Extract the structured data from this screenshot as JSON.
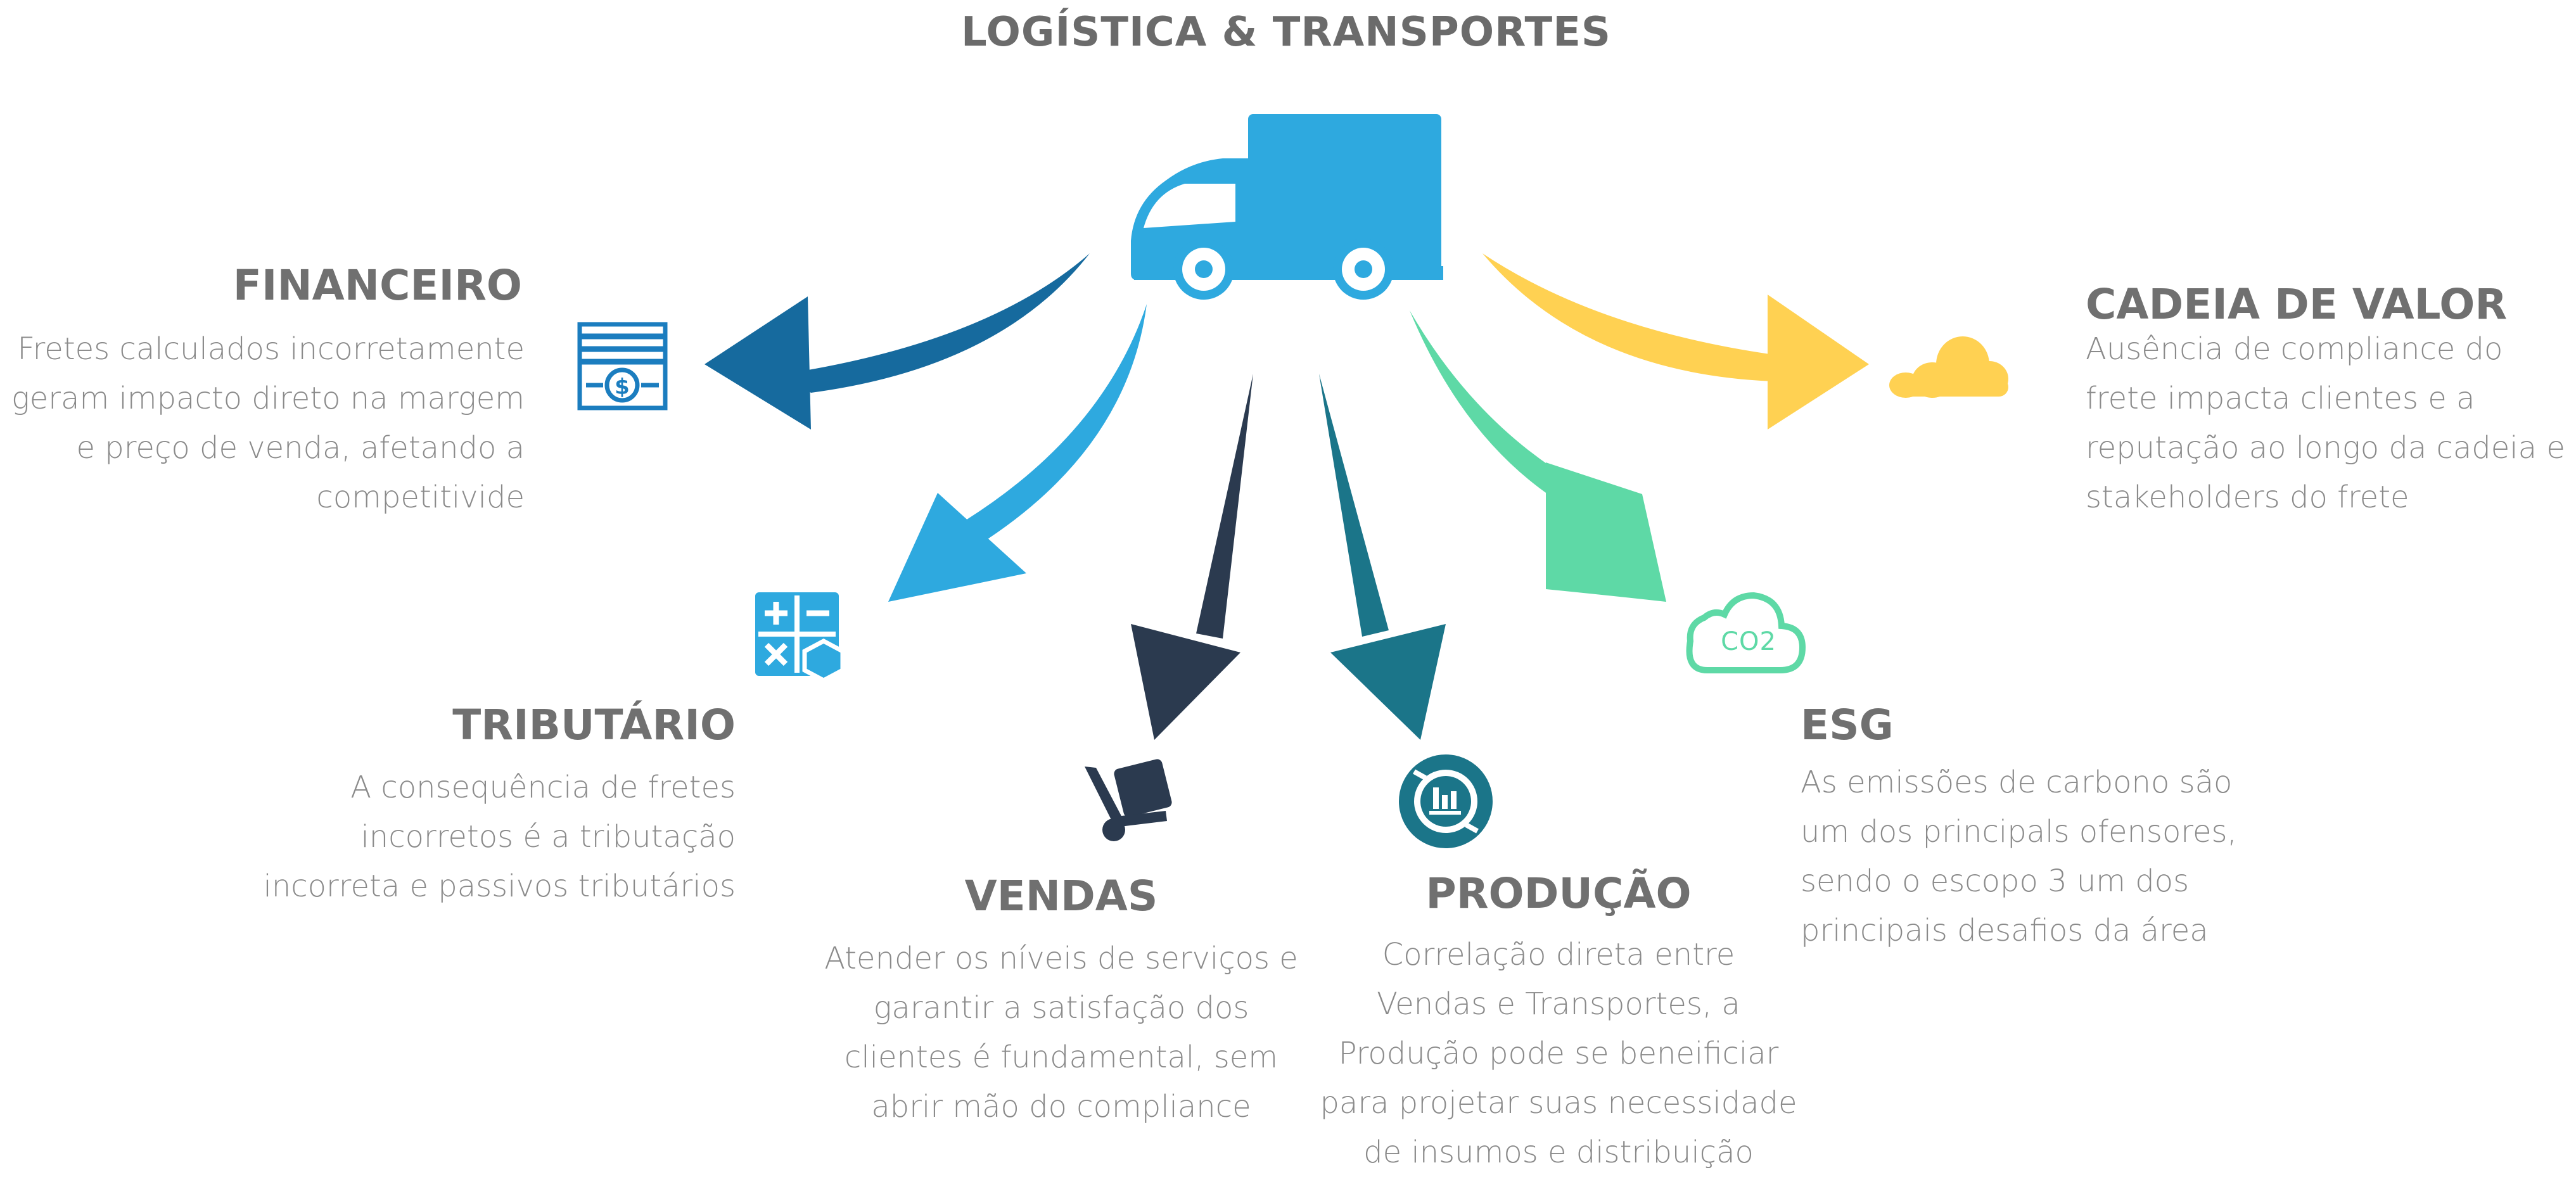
{
  "title": "LOGÍSTICA & TRANSPORTES",
  "colors": {
    "truck": "#2EA9DF",
    "financeiro": "#166A9E",
    "tributario": "#2EA9DF",
    "vendas": "#2B3A4F",
    "producao": "#1B7589",
    "esg": "#5ED9A6",
    "cadeia": "#FFD152",
    "heading": "#707070",
    "body": "#8a8a8a"
  },
  "icons": {
    "truck": "truck-icon",
    "financeiro": "money-stack-icon",
    "tributario": "calculator-icon",
    "vendas": "hand-truck-icon",
    "producao": "production-cycle-icon",
    "esg": "co2-cloud-icon",
    "cadeia": "cloud-icon"
  },
  "sections": {
    "financeiro": {
      "title": "FINANCEIRO",
      "lines": [
        "Fretes calculados incorretamente",
        "geram impacto direto na margem",
        "e preço de venda, afetando a",
        "competitivide"
      ]
    },
    "tributario": {
      "title": "TRIBUTÁRIO",
      "lines": [
        "A consequência de fretes",
        "incorretos é a tributação",
        "incorreta e passivos tributários"
      ]
    },
    "vendas": {
      "title": "VENDAS",
      "lines": [
        "Atender os níveis de serviços e",
        "garantir a satisfação dos",
        "clientes é fundamental, sem",
        "abrir mão do compliance"
      ]
    },
    "producao": {
      "title": "PRODUÇÃO",
      "lines": [
        "Correlação direta entre",
        "Vendas e Transportes, a",
        "Produção pode se beneificiar",
        "para projetar suas necessidade",
        "de insumos e distribuição"
      ]
    },
    "esg": {
      "title": "ESG",
      "co2_label": "CO2",
      "lines": [
        "As emissões de carbono são",
        "um dos principals ofensores,",
        "sendo o escopo 3 um dos",
        "principais desafios da área"
      ]
    },
    "cadeia": {
      "title": "CADEIA DE VALOR",
      "lines": [
        "Ausência de compliance do",
        "frete impacta clientes e a",
        "reputação ao longo da cadeia e",
        "stakeholders do frete"
      ]
    }
  }
}
